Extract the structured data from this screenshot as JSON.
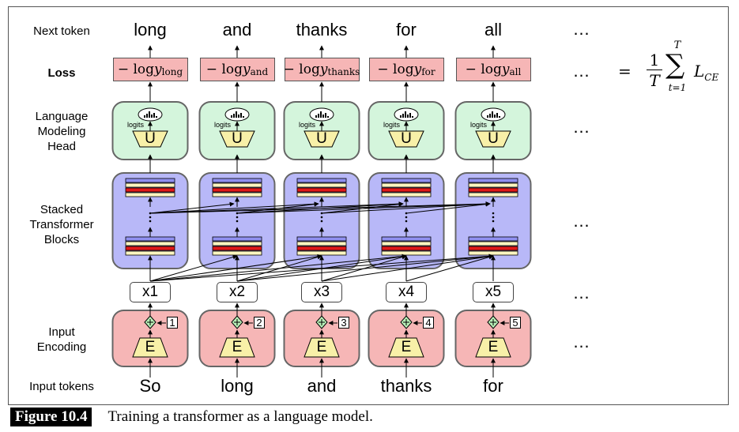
{
  "row_labels": {
    "next_token": "Next token",
    "loss": "Loss",
    "lm_head": [
      "Language",
      "Modeling",
      "Head"
    ],
    "stacked": [
      "Stacked",
      "Transformer",
      "Blocks"
    ],
    "input_encoding": [
      "Input",
      "Encoding"
    ],
    "input_tokens": "Input tokens"
  },
  "columns": [
    {
      "next": "long",
      "loss_sub": "long",
      "x": "x1",
      "pos": "1",
      "input": "So"
    },
    {
      "next": "and",
      "loss_sub": "and",
      "x": "x2",
      "pos": "2",
      "input": "long"
    },
    {
      "next": "thanks",
      "loss_sub": "thanks",
      "x": "x3",
      "pos": "3",
      "input": "and"
    },
    {
      "next": "for",
      "loss_sub": "for",
      "x": "x4",
      "pos": "4",
      "input": "thanks"
    },
    {
      "next": "all",
      "loss_sub": "all",
      "x": "x5",
      "pos": "5",
      "input": "for"
    }
  ],
  "loss_prefix": "− log ",
  "loss_var": "y",
  "head_letter": "U",
  "encoder_letter": "E",
  "logits_label": "logits",
  "ellipsis": "…",
  "formula": {
    "eq": "=",
    "one": "1",
    "T": "T",
    "upper": "T",
    "lower": "t=1",
    "L": "L",
    "sub": "CE"
  },
  "caption": {
    "number": "Figure 10.4",
    "text": "Training a transformer as a language model."
  },
  "colors": {
    "loss_fill": "#f6b6b6",
    "head_fill": "#d4f5dc",
    "stack_fill": "#b8b8f8",
    "encoder_fill": "#f6b6b6",
    "trapezoid_fill": "#f8f0a8",
    "layer_blue": "#9090f0",
    "layer_red": "#e01818",
    "layer_cream": "#fff6c0"
  }
}
